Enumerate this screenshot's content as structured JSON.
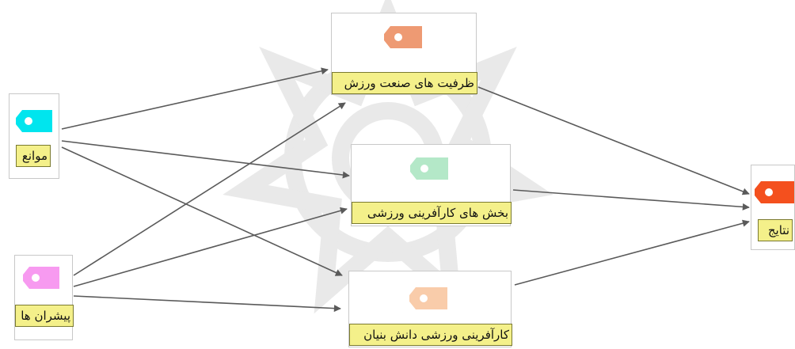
{
  "diagram": {
    "nodes": [
      {
        "id": "mavane",
        "label": "موانع",
        "tag_color": "#00e5ee"
      },
      {
        "id": "pishran",
        "label": "پیشران ها",
        "tag_color": "#f79af0"
      },
      {
        "id": "zarfiat",
        "label": "ظرفیت های صنعت ورزش",
        "tag_color": "#ee9a73"
      },
      {
        "id": "bakhsh",
        "label": "بخش های کارآفرینی ورزشی",
        "tag_color": "#b4e8c8"
      },
      {
        "id": "danesh",
        "label": "کارآفرینی ورزشی دانش بنیان",
        "tag_color": "#f9ccaa"
      },
      {
        "id": "nataej",
        "label": "نتایج",
        "tag_color": "#f4501e"
      }
    ],
    "edges": [
      {
        "from": "mavane",
        "to": "zarfiat"
      },
      {
        "from": "mavane",
        "to": "bakhsh"
      },
      {
        "from": "mavane",
        "to": "danesh"
      },
      {
        "from": "pishran",
        "to": "zarfiat"
      },
      {
        "from": "pishran",
        "to": "bakhsh"
      },
      {
        "from": "pishran",
        "to": "danesh"
      },
      {
        "from": "zarfiat",
        "to": "nataej"
      },
      {
        "from": "bakhsh",
        "to": "nataej"
      },
      {
        "from": "danesh",
        "to": "nataej"
      }
    ],
    "edge_color": "#5a5a5a"
  }
}
